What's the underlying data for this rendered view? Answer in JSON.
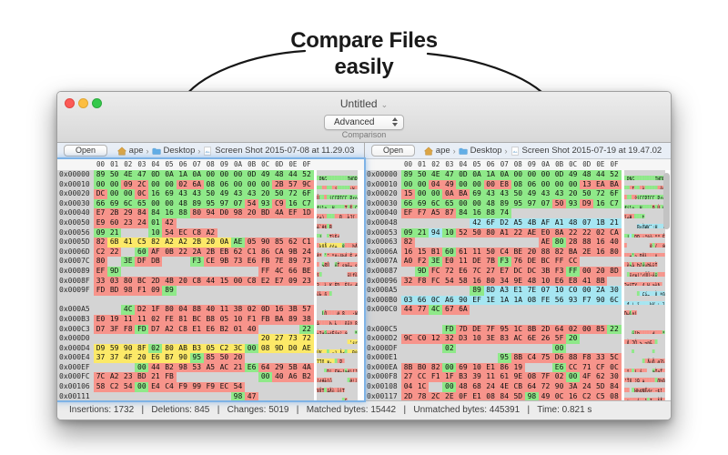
{
  "hero": {
    "line1": "Compare Files",
    "line2": "easily"
  },
  "icons": [
    "arrow-left-icon",
    "arrow-right-icon",
    "close-icon",
    "minimize-icon",
    "zoom-icon",
    "chevron-down-icon",
    "stepper-icon",
    "home-icon",
    "folder-icon",
    "file-icon",
    "vertical-scrollbar"
  ],
  "palette": {
    "match": "#8fe989",
    "changed": "#f7948b",
    "deleted": "#fce968",
    "inserted": "#a6e6f2",
    "gap": "#d4d4d4",
    "focus_ring": "#7eb3e6"
  },
  "window": {
    "title": "Untitled",
    "mode_select": {
      "value": "Advanced",
      "caption": "Comparison"
    },
    "column_header": [
      "00",
      "01",
      "02",
      "03",
      "04",
      "05",
      "06",
      "07",
      "08",
      "09",
      "0A",
      "0B",
      "0C",
      "0D",
      "0E",
      "0F"
    ],
    "status": {
      "separator": "|",
      "parts": [
        "Insertions: 1732",
        "Deletions: 845",
        "Changes: 5019",
        "Matched bytes: 15442",
        "Unmatched bytes: 445391",
        "Time: 0.821 s"
      ]
    },
    "panes": [
      {
        "open_label": "Open",
        "breadcrumb": {
          "user": "ape",
          "folder": "Desktop",
          "file": "Screen Shot 2015-07-08 at 11.29.03"
        },
        "rows": [
          {
            "addr": "0x00000",
            "bytes": "89 50 4E 47 0D 0A 1A 0A 00 00 00 0D 49 48 44 52",
            "colors": "gggggggggggggggg"
          },
          {
            "addr": "0x00010",
            "bytes": "00 00 09 2C 00 00 02 6A 08 06 00 00 00 2B 57 9C",
            "colors": "ggrrggrrgggggrrr"
          },
          {
            "addr": "0x00020",
            "bytes": "DC 00 00 0C 16 69 43 43 50 49 43 43 20 50 72 6F",
            "colors": "rggrgggggggggggg"
          },
          {
            "addr": "0x00030",
            "bytes": "66 69 6C 65 00 00 48 89 95 97 07 54 93 C9 16 C7",
            "colors": "gggggggggggrgrgg"
          },
          {
            "addr": "0x00040",
            "bytes": "E7 2B 29 84 84 16 88 80 94 D0 98 20 BD 4A EF 1D",
            "colors": "rrrrgggrrrrrrrrr"
          },
          {
            "addr": "0x00050",
            "bytes": "E9 60 23 24 01 42 -- -- -- -- -- -- -- -- -- --",
            "colors": "rrrrgrxxxxxxxxxx"
          },
          {
            "addr": "0x00056",
            "bytes": "09 21 -- -- 10 54 EC C8 A2 -- -- -- -- -- -- --",
            "colors": "ggxxgrrrrxxxxxxx"
          },
          {
            "addr": "0x0005D",
            "bytes": "82 6B 41 C5 82 A2 A2 2B 20 0A AE 05 90 85 62 C1",
            "colors": "ryyyyyyyyygrrrrr"
          },
          {
            "addr": "0x0006D",
            "bytes": "C2 22 -- 60 AF 0B 22 2A 2B EB 62 C1 86 CA 9B 24",
            "colors": "rrxgrrrrrrrrrrrr"
          },
          {
            "addr": "0x0007C",
            "bytes": "80 -- 3E DF DB -- -- F3 CE 9B 73 E6 FB 7E 89 73",
            "colors": "rxgrrxxgrrrrrrrr"
          },
          {
            "addr": "0x00089",
            "bytes": "EF 9D -- -- -- -- -- -- -- -- -- -- FF 4C 66 BE",
            "colors": "rgxxxxxxxxxxrrrr"
          },
          {
            "addr": "0x0008F",
            "bytes": "33 03 80 BC 2D 4B 20 C8 44 15 00 C8 E2 E7 09 23",
            "colors": "rrrrrrrrrrrrrrrr"
          },
          {
            "addr": "0x0009F",
            "bytes": "FD BD 98 F1 09 89 -- -- -- -- -- -- -- -- -- --",
            "colors": "rrrrrgxxxxxxxxxx"
          },
          {
            "addr": "",
            "bytes": "-- -- -- -- -- -- -- -- -- -- -- -- -- -- -- --",
            "colors": "xxxxxxxxxxxxxxxx"
          },
          {
            "addr": "0x000A5",
            "bytes": "-- -- 4C D2 1F 80 04 88 40 11 38 02 0D 16 3B 57",
            "colors": "xxgrrrrrrrrrrrrr"
          },
          {
            "addr": "0x000B3",
            "bytes": "E0 19 11 11 02 FE 81 BC B8 05 10 F1 FB BA 89 38",
            "colors": "rrrrrrrrrrrrrrrr"
          },
          {
            "addr": "0x000C3",
            "bytes": "D7 3F F8 FD D7 A2 C8 E1 E6 B2 01 40 -- -- -- 22",
            "colors": "rrrgrrrrrrrrxxxg"
          },
          {
            "addr": "0x000D0",
            "bytes": "-- -- -- -- -- -- -- -- -- -- -- -- 20 27 73 72",
            "colors": "xxxxxxxxxxxxyyyy"
          },
          {
            "addr": "0x000D4",
            "bytes": "D9 59 90 8F 02 80 AB B3 05 C2 3C 00 08 9D D0 AE",
            "colors": "yyyygyyyyyygyyyy"
          },
          {
            "addr": "0x000E4",
            "bytes": "37 37 4F 20 E6 B7 90 95 85 50 20 -- -- -- -- --",
            "colors": "yyyyyyygrrrxxxxx"
          },
          {
            "addr": "0x000EF",
            "bytes": "-- -- -- 00 44 B2 98 53 A5 AC 21 E6 64 29 5B 4A",
            "colors": "xxxgrrrrrrrgrrrr"
          },
          {
            "addr": "0x000FC",
            "bytes": "7C A2 23 BD 21 FB -- -- -- -- -- -- 00 40 A6 B2",
            "colors": "rrrrrrxxxxxxgrrr"
          },
          {
            "addr": "0x00106",
            "bytes": "58 C2 54 00 E4 C4 F9 99 F9 EC 54 -- -- -- -- --",
            "colors": "rrrgrrrrrrrxxxxx"
          },
          {
            "addr": "0x00111",
            "bytes": "-- -- -- -- -- -- -- -- -- -- 98 47 -- -- -- --",
            "colors": "xxxxxxxxxxgrxxxx"
          }
        ]
      },
      {
        "open_label": "Open",
        "breadcrumb": {
          "user": "ape",
          "folder": "Desktop",
          "file": "Screen Shot 2015-07-19 at 19.47.02"
        },
        "rows": [
          {
            "addr": "0x00000",
            "bytes": "89 50 4E 47 0D 0A 1A 0A 00 00 00 0D 49 48 44 52",
            "colors": "gggggggggggggggg"
          },
          {
            "addr": "0x00010",
            "bytes": "00 00 04 49 00 00 00 E8 08 06 00 00 00 13 EA BA",
            "colors": "ggrrggrrgggggrrr"
          },
          {
            "addr": "0x00020",
            "bytes": "15 00 00 0A BA 69 43 43 50 49 43 43 20 50 72 6F",
            "colors": "rggrrggggggggggg"
          },
          {
            "addr": "0x00030",
            "bytes": "66 69 6C 65 00 00 48 89 95 97 07 50 93 D9 16 C7",
            "colors": "gggggggggggrgrgg"
          },
          {
            "addr": "0x00040",
            "bytes": "EF F7 A5 87 84 16 88 74 -- -- -- -- -- -- -- --",
            "colors": "rrrrggggxxxxxxxx"
          },
          {
            "addr": "0x00048",
            "bytes": "-- -- -- -- -- 42 6F D2 A5 4B AF A1 48 07 1B 21",
            "colors": "xxxxxbbbbbbbbbbb"
          },
          {
            "addr": "0x00053",
            "bytes": "09 21 94 10 52 50 80 A1 22 AE E0 8A 22 22 02 CA",
            "colors": "ggbgrrrrrrrrrrrr"
          },
          {
            "addr": "0x00063",
            "bytes": "82 -- -- -- -- -- -- -- -- -- AE 80 28 88 16 40",
            "colors": "rxxxxxxxxxrgrrrr"
          },
          {
            "addr": "0x0006A",
            "bytes": "16 15 B1 60 61 11 50 C4 BE 20 88 82 BA 2E 16 80",
            "colors": "rrrgrrrrrrrrrrrr"
          },
          {
            "addr": "0x0007A",
            "bytes": "A0 F2 3E E0 11 DE 7B F3 76 DE BC FF CC -- -- --",
            "colors": "rrgrrrrgrrrrrxxx"
          },
          {
            "addr": "0x00087",
            "bytes": "-- 9D FC 72 E6 7C 27 E7 DC DC 3B F3 FF 00 20 8D",
            "colors": "xgrrrrrrrrrrgrrr"
          },
          {
            "addr": "0x00096",
            "bytes": "32 F8 FC 54 58 16 80 34 9E 48 10 E6 E8 41 8B --",
            "colors": "rrrrrrrrrrrrrrrx"
          },
          {
            "addr": "0x000A5",
            "bytes": "-- -- -- -- -- 89 8D A3 E1 7E 07 10 C0 00 2A 30",
            "colors": "xxxxxgbbbbbbbbbb"
          },
          {
            "addr": "0x000B0",
            "bytes": "03 66 0C A6 90 EF 1E 1A 1A 08 FE 56 93 F7 90 6C",
            "colors": "bbbbbbbbbbbbbbbb"
          },
          {
            "addr": "0x000C0",
            "bytes": "44 77 4C 67 6A -- -- -- -- -- -- -- -- -- -- --",
            "colors": "rrgrrxxxxxxxxxxx"
          },
          {
            "addr": "",
            "bytes": "-- -- -- -- -- -- -- -- -- -- -- -- -- -- -- --",
            "colors": "xxxxxxxxxxxxxxxx"
          },
          {
            "addr": "0x000C5",
            "bytes": "-- -- -- FD 7D DE 7F 95 1C 8B 2D 64 02 00 85 22",
            "colors": "xxxgrrrrrrrrrrrg"
          },
          {
            "addr": "0x000D2",
            "bytes": "9C C0 12 32 D3 10 3E 83 AC 6E 26 5F 20 -- -- --",
            "colors": "rrrrrrrrrrrrgxxx"
          },
          {
            "addr": "0x000DF",
            "bytes": "-- -- -- 02 -- -- -- -- -- -- -- 00 -- -- -- --",
            "colors": "xxxgxxxxxxxgxxxx"
          },
          {
            "addr": "0x000E1",
            "bytes": "-- -- -- -- -- -- -- 95 8B C4 75 D6 88 F8 33 5C",
            "colors": "xxxxxxxgrrrrrrrr"
          },
          {
            "addr": "0x000EA",
            "bytes": "8B B0 82 00 69 10 E1 86 19 -- -- E6 CC 71 CF 0C",
            "colors": "rrrgrrrrrxxgrrrr"
          },
          {
            "addr": "0x000F8",
            "bytes": "27 CC F1 1F B3 39 11 61 9E 08 7F 02 00 4F 62 30",
            "colors": "rrrrrrrrrrrrgrrr"
          },
          {
            "addr": "0x00108",
            "bytes": "04 1C -- 00 48 68 24 4E CB 64 72 90 3A 24 5D 84",
            "colors": "rrxgrrrrrrrrrrrr"
          },
          {
            "addr": "0x00117",
            "bytes": "2D 78 2C 2E 0F E1 08 84 5D 98 49 0C 16 C2 C5 08",
            "colors": "rrrrrrrrrgrrrrrr"
          }
        ]
      }
    ]
  }
}
